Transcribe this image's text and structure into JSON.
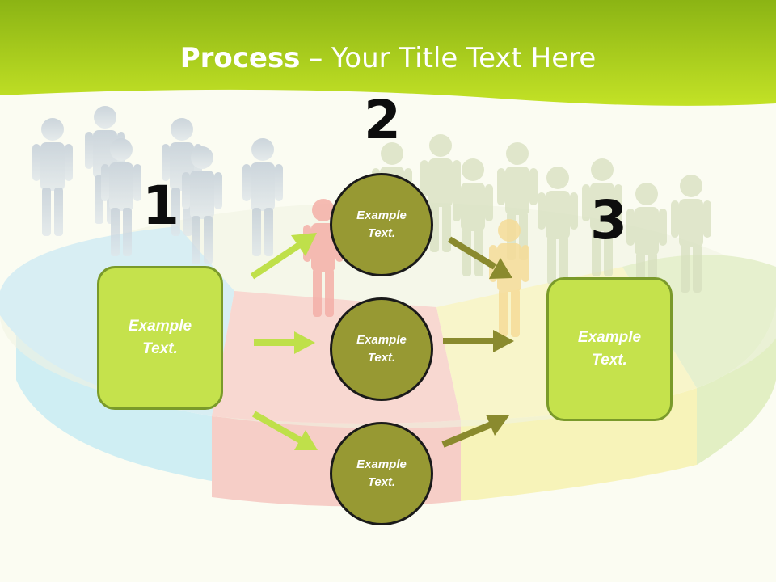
{
  "title": {
    "bold": "Process",
    "rest": " – Your Title Text Here"
  },
  "steps": [
    {
      "number": "1"
    },
    {
      "number": "2"
    },
    {
      "number": "3"
    }
  ],
  "box_left": {
    "text": "Example\nText."
  },
  "box_right": {
    "text": "Example\nText."
  },
  "circles": [
    {
      "text": "Example\nText."
    },
    {
      "text": "Example\nText."
    },
    {
      "text": "Example\nText."
    }
  ],
  "colors": {
    "header_green": "#a6cc1a",
    "box_fill": "#c5e24c",
    "circle_fill": "#979933",
    "arrow_light": "#bfe04a",
    "arrow_dark": "#8a8a2e",
    "pie_blue": "#bfe6f2",
    "pie_red": "#f6c8c2",
    "pie_yellow": "#f6f1b4",
    "pie_green": "#d9ebb6"
  }
}
